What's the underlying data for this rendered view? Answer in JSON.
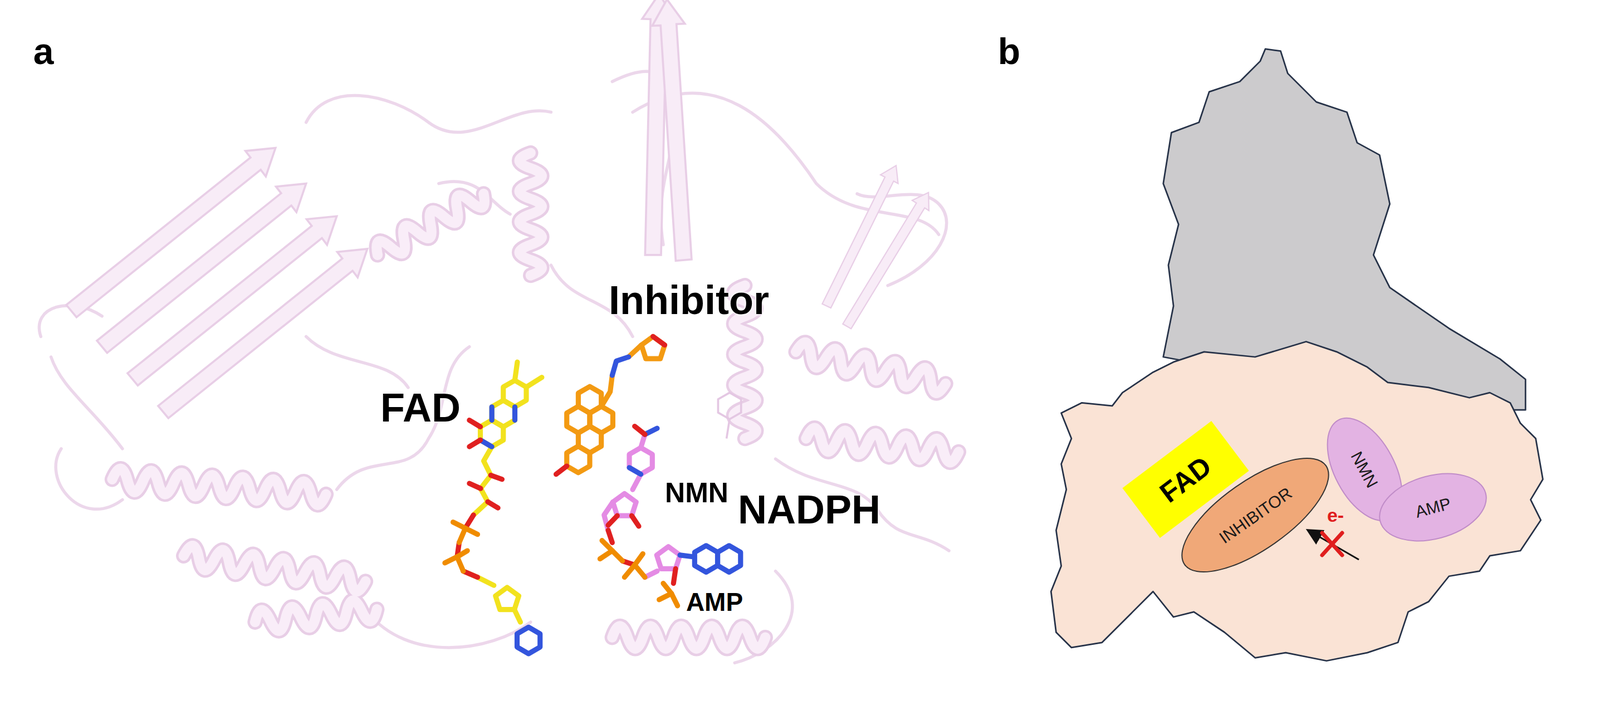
{
  "diagram": {
    "nodes": [
      {
        "text": [
          "FAD"
        ]
      },
      {
        "text": [
          "INHIBITOR"
        ]
      },
      {
        "text": [
          "NMN"
        ]
      },
      {
        "text": [
          "AMP"
        ]
      }
    ],
    "labels": [
      "a",
      "Inhibitor",
      "FAD",
      "NMN",
      "NADPH",
      "AMP",
      "b",
      "e-"
    ]
  }
}
